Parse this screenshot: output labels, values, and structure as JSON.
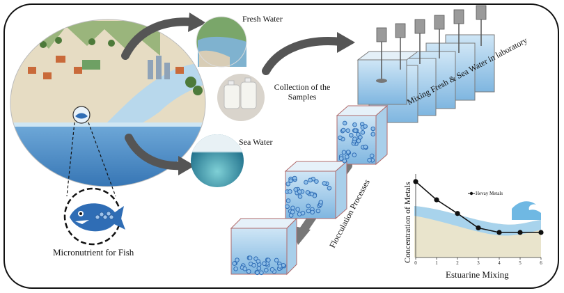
{
  "labels": {
    "fresh_water": "Fresh Water",
    "collection": "Collection of the Samples",
    "sea_water": "Sea Water",
    "micronutrient": "Micronutrient for Fish",
    "mixing": "Mixing Fresh & Sea Water in laboratory",
    "flocculation": "Flocculation Processes"
  },
  "chart_data": {
    "type": "line",
    "xlabel": "Estuarine Mixing",
    "ylabel": "Concentration of Metals",
    "x": [
      0,
      1,
      2,
      3,
      4,
      5,
      6
    ],
    "xlim": [
      0,
      6
    ],
    "x_ticks": [
      "0",
      "1",
      "2",
      "3",
      "4",
      "5",
      "6"
    ],
    "series": [
      {
        "name": "Hevay Metals",
        "values": [
          10,
          7.6,
          5.8,
          3.9,
          3.3,
          3.3,
          3.3
        ]
      }
    ],
    "ylim": [
      0,
      11
    ],
    "legend": "top-right",
    "grid": false
  },
  "colors": {
    "water": "#9fcbe8",
    "sea": "#3f88c5",
    "land": "#e6dcc3",
    "arrow": "#555555",
    "bead": "#2f6db5"
  }
}
